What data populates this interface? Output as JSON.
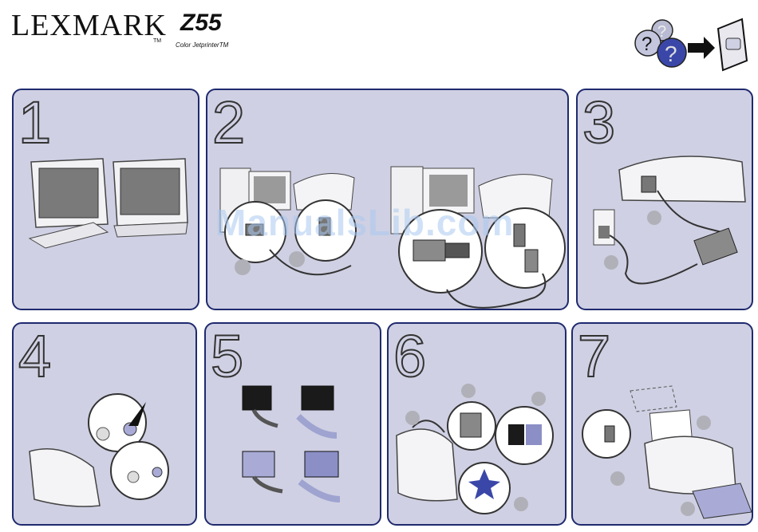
{
  "header": {
    "brand": "LEXMARK",
    "brand_tm": "TM",
    "model": "Z55",
    "subtitle": "Color JetprinterTM"
  },
  "steps": [
    {
      "number": "1",
      "illustration": "monitors-icon"
    },
    {
      "number": "2",
      "illustration": "cable-connection-icon"
    },
    {
      "number": "3",
      "illustration": "power-adapter-icon"
    },
    {
      "number": "4",
      "illustration": "power-button-icon"
    },
    {
      "number": "5",
      "illustration": "cartridge-tape-removal-icon"
    },
    {
      "number": "6",
      "illustration": "cartridge-install-icon"
    },
    {
      "number": "7",
      "illustration": "paper-load-icon"
    }
  ],
  "watermark": "ManualsLib.com",
  "colors": {
    "panel_bg": "#cfd0e3",
    "panel_border": "#1f2a6e"
  }
}
